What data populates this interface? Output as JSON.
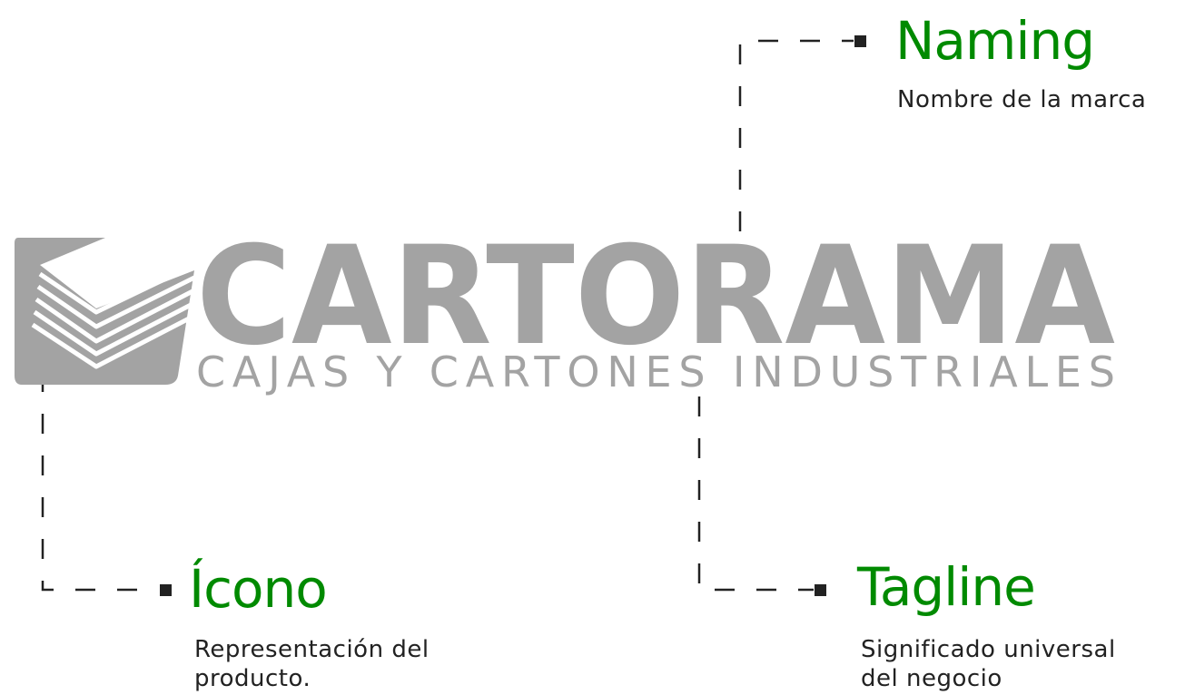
{
  "brand": {
    "name": "CARTORAMA",
    "tagline": "CAJAS Y CARTONES INDUSTRIALES",
    "icon": "stacked-cardboard-sheets-icon",
    "logo_color": "#a3a3a3"
  },
  "callouts": {
    "naming": {
      "title": "Naming",
      "description": "Nombre de la marca"
    },
    "icono": {
      "title": "Ícono",
      "description": "Representación del\nproducto."
    },
    "tagline": {
      "title": "Tagline",
      "description": "Significado universal\ndel negocio"
    }
  },
  "colors": {
    "title_green": "#008a00",
    "description_text": "#222222",
    "connector": "#222222"
  }
}
